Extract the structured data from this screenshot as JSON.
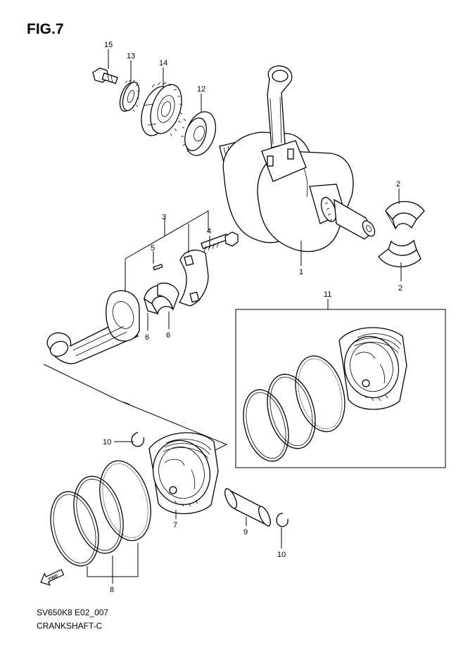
{
  "figure_title": "FIG.7",
  "footer": {
    "code": "SV650K8 E02_007",
    "name": "CRANKSHAFT-C"
  },
  "fwd_label": "FWD",
  "callouts": {
    "c15": "15",
    "c13": "13",
    "c14": "14",
    "c12": "12",
    "c2a": "2",
    "c2b": "2",
    "c1": "1",
    "c3": "3",
    "c4": "4",
    "c5": "5",
    "c6a": "6",
    "c6b": "6",
    "c11": "11",
    "c10a": "10",
    "c10b": "10",
    "c7": "7",
    "c8": "8",
    "c9": "9"
  },
  "colors": {
    "line": "#000000",
    "background": "#ffffff"
  }
}
